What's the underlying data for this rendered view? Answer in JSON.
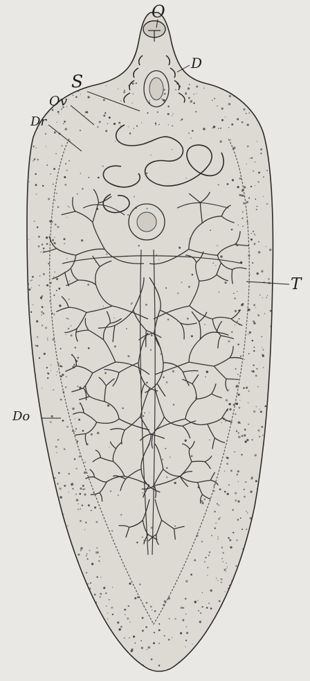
{
  "figure": {
    "labels": {
      "o": "O",
      "d": "D",
      "s": "S",
      "ov": "Ov",
      "dr": "Dr",
      "t": "T",
      "do": "Do"
    }
  },
  "colors": {
    "paper": "#eae8e4",
    "ink": "#2a2a2a",
    "stipple": "#3c3c3c"
  }
}
